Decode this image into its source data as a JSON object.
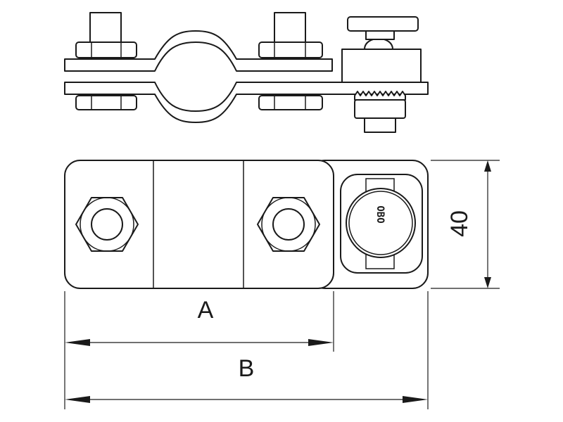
{
  "dimensions": {
    "a_label": "A",
    "b_label": "B",
    "height_value": "40"
  },
  "logo": {
    "text": "OBO"
  }
}
